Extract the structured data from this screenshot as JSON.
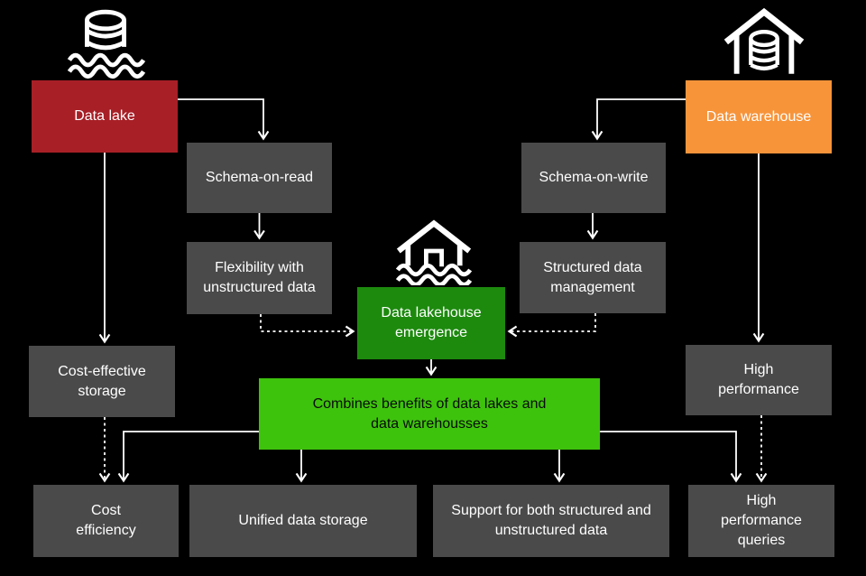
{
  "diagram": {
    "background": "#000000",
    "colors": {
      "node_gray": "#4A4A4A",
      "data_lake_red": "#A81F26",
      "data_warehouse_orange": "#F7943A",
      "lakehouse_green": "#1D8A0E",
      "combines_green": "#3EC30D",
      "line_white": "#FFFFFF",
      "text_white": "#FFFFFF",
      "text_black": "#0B0B0B"
    },
    "nodes": {
      "data_lake": {
        "label": "Data lake"
      },
      "schema_on_read": {
        "label": "Schema-on-read"
      },
      "flexibility": {
        "label": "Flexibility with unstructured data"
      },
      "data_warehouse": {
        "label": "Data warehouse"
      },
      "schema_on_write": {
        "label": "Schema-on-write"
      },
      "structured_mgmt": {
        "label": "Structured data management"
      },
      "lakehouse_emergence": {
        "label": "Data lakehouse emergence"
      },
      "combines": {
        "label": "Combines benefits of data lakes and data warehousses"
      },
      "cost_effective_storage": {
        "label": "Cost-effective storage"
      },
      "high_performance": {
        "label": "High performance"
      },
      "cost_efficiency": {
        "label": "Cost efficiency"
      },
      "unified_storage": {
        "label": "Unified data storage"
      },
      "support_both": {
        "label": "Support for both structured and unstructured data"
      },
      "hp_queries": {
        "label": "High performance queries"
      }
    },
    "icons": {
      "data_lake_icon": "database sinking in waves",
      "data_warehouse_icon": "house containing database",
      "data_lakehouse_icon": "house with door on waves"
    }
  }
}
